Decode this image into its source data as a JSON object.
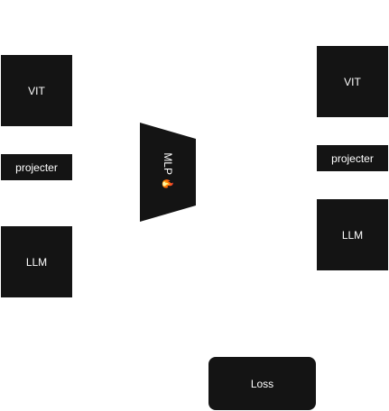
{
  "left_stack": {
    "vit": "VIT",
    "projector": "projecter",
    "llm": "LLM"
  },
  "middle": {
    "mlp": "MLP",
    "mlp_icon": "🔥"
  },
  "right_stack": {
    "vit": "VIT",
    "projector": "projecter",
    "llm": "LLM"
  },
  "loss": {
    "label": "Loss"
  },
  "colors": {
    "block": "#141414",
    "text": "#ffffff",
    "background": "#ffffff"
  },
  "icons": {
    "trainable": "fire-icon"
  }
}
